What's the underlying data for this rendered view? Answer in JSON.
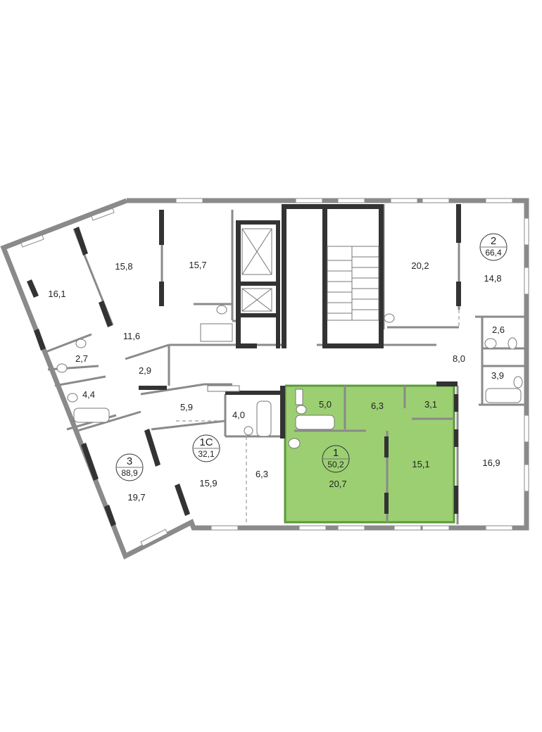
{
  "plan": {
    "highlight_color": "#9ccf72",
    "apartments": [
      {
        "id": "apt-1",
        "number": "1",
        "area": "50,2",
        "highlighted": true
      },
      {
        "id": "apt-2",
        "number": "2",
        "area": "66,4",
        "highlighted": false
      },
      {
        "id": "apt-3",
        "number": "3",
        "area": "88,9",
        "highlighted": false
      },
      {
        "id": "apt-1c",
        "number": "1С",
        "area": "32,1",
        "highlighted": false
      }
    ],
    "rooms": {
      "r16_1": "16,1",
      "r15_8": "15,8",
      "r15_7": "15,7",
      "r20_2": "20,2",
      "r14_8": "14,8",
      "r11_6": "11,6",
      "r2_7": "2,7",
      "r4_4": "4,4",
      "r2_9": "2,9",
      "r19_7": "19,7",
      "r5_9": "5,9",
      "r4_0": "4,0",
      "r15_9": "15,9",
      "r6_3a": "6,3",
      "r5_0": "5,0",
      "r6_3b": "6,3",
      "r3_1": "3,1",
      "r20_7": "20,7",
      "r15_1": "15,1",
      "r2_6": "2,6",
      "r8_0": "8,0",
      "r3_9": "3,9",
      "r16_9": "16,9"
    }
  }
}
